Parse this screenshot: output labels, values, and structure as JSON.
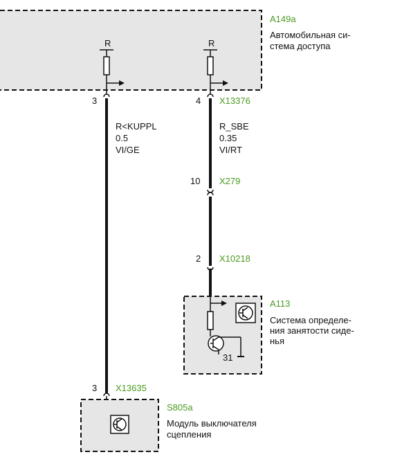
{
  "colors": {
    "component_fill": "#e6e6e6",
    "connector_text": "#4a9a1e",
    "wire": "#111111",
    "background": "#ffffff"
  },
  "components": {
    "a149a": {
      "id": "A149a",
      "desc_line1": "Автомобильная си-",
      "desc_line2": "стема доступа",
      "r_left": "R",
      "r_right": "R"
    },
    "a113": {
      "id": "A113",
      "desc_line1": "Система определе-",
      "desc_line2": "ния занятости сиде-",
      "desc_line3": "нья",
      "ground_pin": "31",
      "icon": "transistor-icon"
    },
    "s805a": {
      "id": "S805a",
      "desc_line1": "Модуль выключателя",
      "desc_line2": "сцепления",
      "icon": "transistor-icon"
    }
  },
  "wires": {
    "left": {
      "signal": "R<KUPPL",
      "cross_section": "0.5",
      "color": "VI/GE"
    },
    "right": {
      "signal": "R_SBE",
      "cross_section": "0.35",
      "color": "VI/RT"
    }
  },
  "connectors": {
    "x13376": {
      "name": "X13376",
      "pin": "4"
    },
    "a149a_pin3": {
      "pin": "3"
    },
    "x279": {
      "name": "X279",
      "pin": "10"
    },
    "x10218": {
      "name": "X10218",
      "pin": "2"
    },
    "x13635": {
      "name": "X13635",
      "pin": "3"
    }
  }
}
